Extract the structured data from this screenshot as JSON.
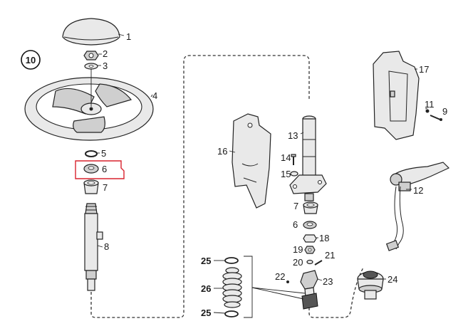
{
  "group_label": "10",
  "highlight_color": "#d9232e",
  "highlighted_part": "6",
  "callouts": {
    "c1": "1",
    "c2": "2",
    "c3": "3",
    "c4": "4",
    "c5": "5",
    "c6": "6",
    "c7": "7",
    "c8": "8",
    "c9": "9",
    "c11": "11",
    "c12": "12",
    "c13": "13",
    "c14": "14",
    "c15": "15",
    "c16": "16",
    "c17": "17",
    "c7b": "7",
    "c6b": "6",
    "c18": "18",
    "c19": "19",
    "c20": "20",
    "c21": "21",
    "c22": "22",
    "c23": "23",
    "c24": "24",
    "c25a": "25",
    "c26": "26",
    "c25b": "25"
  }
}
